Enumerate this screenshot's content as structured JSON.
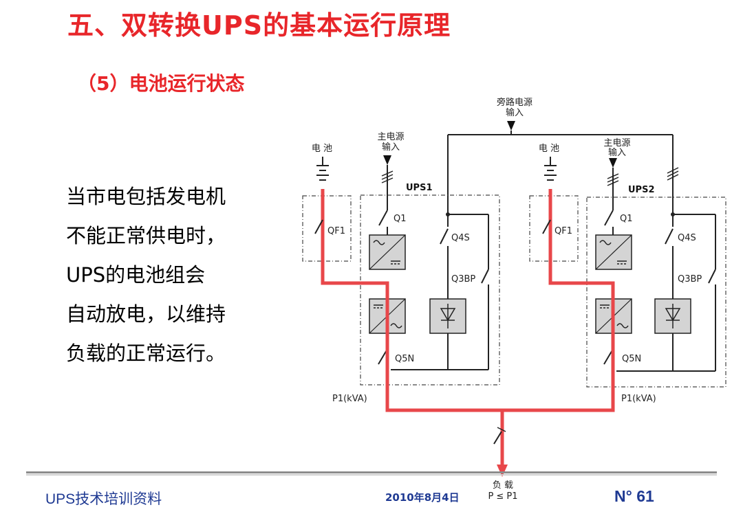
{
  "slide": {
    "title": "五、双转换UPS的基本运行原理",
    "subtitle": "（5）电池运行状态",
    "description_lines": [
      "当市电包括发电机",
      "不能正常供电时，",
      "UPS的电池组会",
      "自动放电，以维持",
      "负载的正常运行。"
    ]
  },
  "diagram": {
    "bypass_input": [
      "旁路电源",
      "输入"
    ],
    "main_input": [
      "主电源",
      "输入"
    ],
    "battery_label": "电 池",
    "ups1": "UPS1",
    "ups2": "UPS2",
    "qf1": "QF1",
    "q1": "Q1",
    "q4s": "Q4S",
    "q3bp": "Q3BP",
    "q5n": "Q5N",
    "p1": "P1(kVA)",
    "load": [
      "负 载",
      "P ≤ P1"
    ]
  },
  "footer": {
    "left": "UPS技术培训资料",
    "date": "2010年8月4日",
    "page": "N° 61"
  },
  "colors": {
    "title": "#e8262a",
    "flow": "#e8474a",
    "footer": "#1f3a93"
  }
}
